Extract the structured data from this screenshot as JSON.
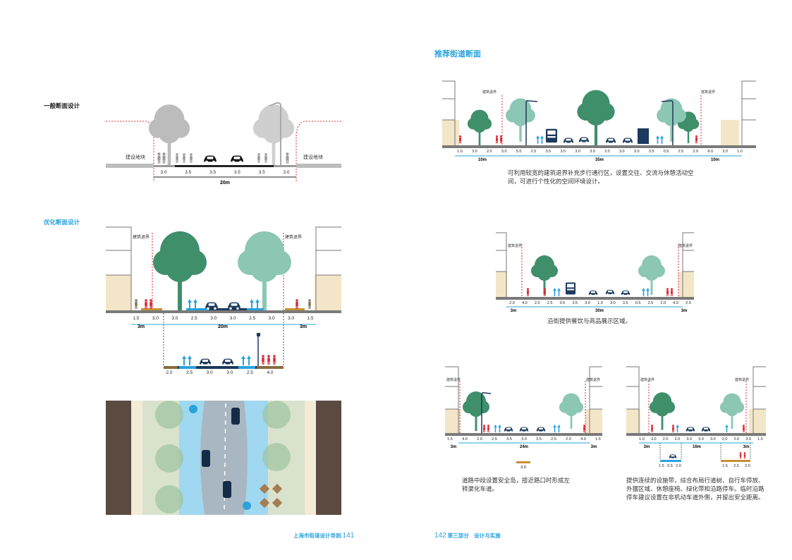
{
  "left": {
    "general_title": "一般断面设计",
    "optimized_title": "优化断面设计",
    "general_section": {
      "land_label": "建设地块",
      "segments": [
        "3.0",
        "3.5",
        "3.5",
        "3.5",
        "3.5",
        "3.0"
      ],
      "total": "20m"
    },
    "optimized_section": {
      "setback_label": "建筑退界",
      "segments": [
        "1.5",
        "3.0",
        "3.0",
        "2.5",
        "3.0",
        "3.0",
        "2.5",
        "3.0",
        "3.0",
        "1.5"
      ],
      "side_width": "3m",
      "total": "20m",
      "mid_segments": [
        "2.0",
        "2.5",
        "3.0",
        "3.0",
        "2.5",
        "4.0"
      ]
    }
  },
  "right": {
    "title": "推荐街道断面",
    "section_a": {
      "setback_label": "建筑退界",
      "segments": [
        "1.0",
        "3.0",
        "2.0",
        "3.0",
        "5.0",
        "2.5",
        "0.5",
        "3.5",
        "3.0",
        "3.0",
        "2.0",
        "3.0",
        "3.0",
        "3.5",
        "0.5",
        "2.5",
        "2.0",
        "8.0",
        "3.0",
        "1.0"
      ],
      "widths": [
        "10m",
        "35m",
        "10m"
      ],
      "caption": "可利用较宽的建筑退界补充步行通行区，设置交往、交流与休憩活动空间，可进行个性化的空间环境设计。"
    },
    "section_b": {
      "setback_label": "建筑退界",
      "segments": [
        "2.0",
        "4.0",
        "2.0",
        "2.5",
        "0.5",
        "3.5",
        "3.0",
        "1.0",
        "3.0",
        "3.5",
        "0.5",
        "2.5",
        "2.0",
        "4.0",
        "2.0"
      ],
      "widths": [
        "3m",
        "30m",
        "3m"
      ],
      "caption": "沿街提供餐饮与商品展示区域。"
    },
    "section_c": {
      "setback_label": "建筑退界",
      "segments": [
        "1.5",
        "4.0",
        "2.0",
        "2.5",
        "3.5",
        "3.0",
        "3.5",
        "2.5",
        "2.0",
        "4.0",
        "1.5"
      ],
      "widths": [
        "3m",
        "24m",
        "3m"
      ],
      "island": "3.0",
      "caption": "道路中段设置安全岛，接近路口时形成左转渠化车道。"
    },
    "section_d": {
      "setback_label": "建筑退界",
      "segments": [
        "1.0",
        "3.0",
        "2.0",
        "2.0",
        "3.0",
        "3.0",
        "3.0",
        "2.0",
        "2.0",
        "3.0",
        "1.0"
      ],
      "widths": [
        "3m",
        "16m",
        "3m"
      ],
      "sub_left": [
        "1.5",
        "0.5",
        "2.0"
      ],
      "sub_right": [
        "1.5",
        "2.5",
        "2.0"
      ],
      "caption": "提供连续的设施带，综合布局行道树、自行车停放、外摆区域、休憩座椅、绿化带和沿路停车。临时沿路停车建议设置在非机动车道外侧，并留出安全距离。"
    }
  },
  "footer": {
    "left_text": "上海市街道设计导则",
    "left_page": "141",
    "right_page": "142",
    "right_text": "第三部分　设计与实施"
  },
  "colors": {
    "accent_blue": "#2aa3dc",
    "tree_green": "#3f8f6b",
    "tree_light": "#8cc7b4",
    "ped_red": "#d92b35",
    "car_navy": "#1b3a5c",
    "ground": "#7a7a7a",
    "sand": "#f3e6c8"
  }
}
